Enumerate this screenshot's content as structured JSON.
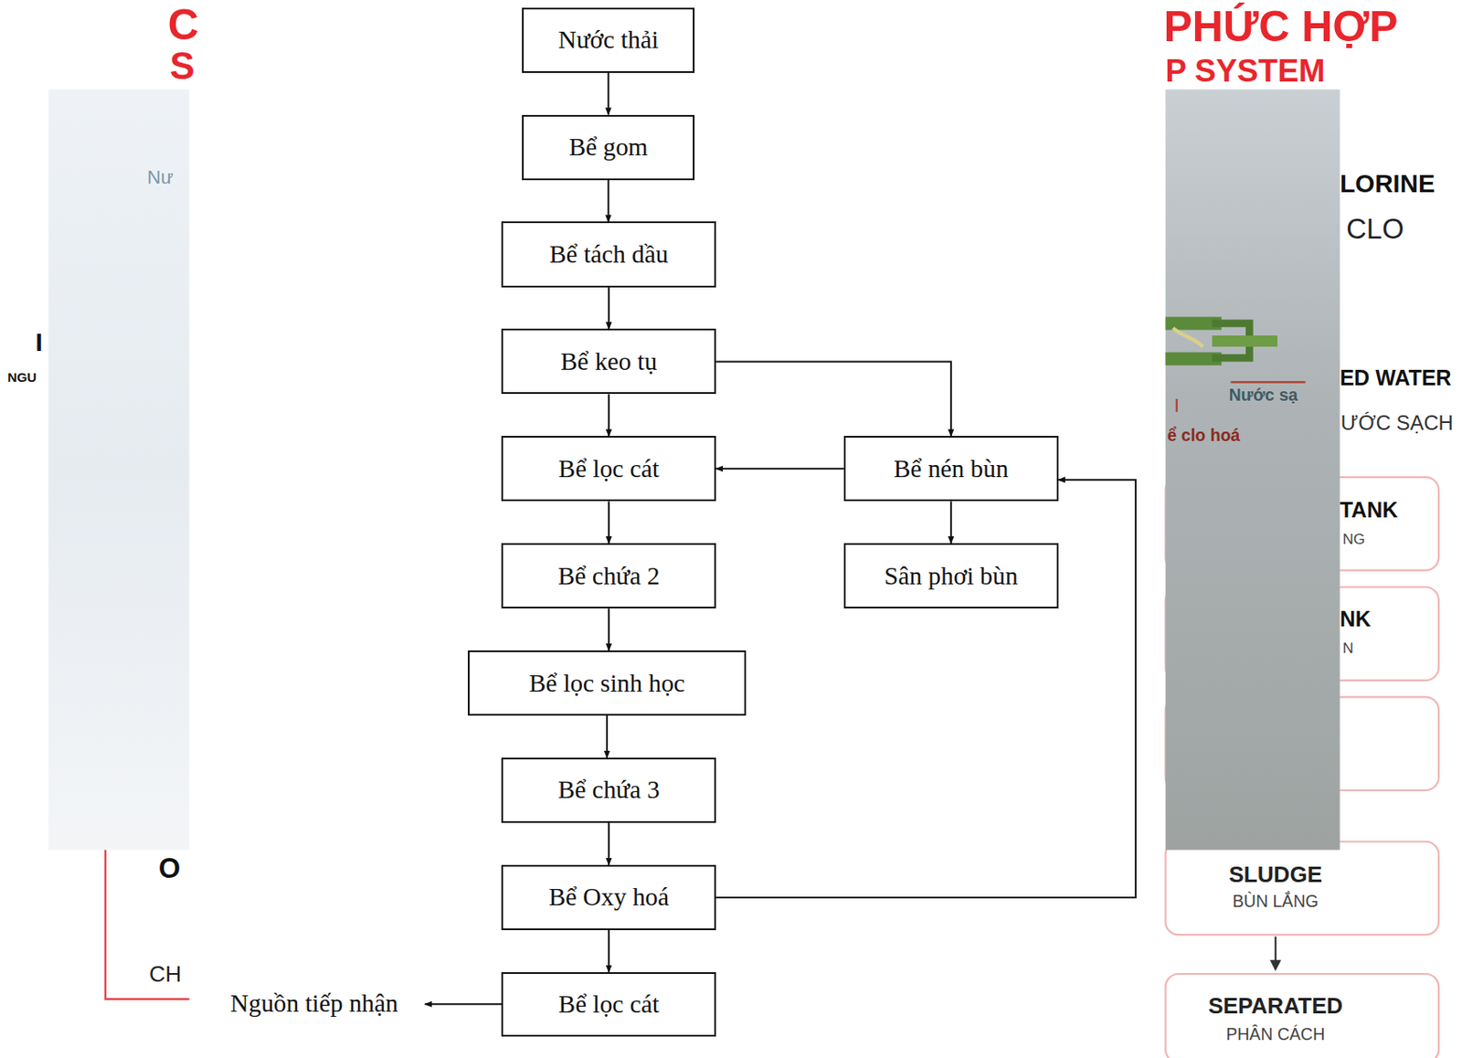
{
  "diagram": {
    "nodes": [
      {
        "text": [
          "Nước thải"
        ]
      },
      {
        "text": [
          "Bể gom"
        ]
      },
      {
        "text": [
          "Bể tách dầu"
        ]
      },
      {
        "text": [
          "Bể keo tụ"
        ]
      },
      {
        "text": [
          "Bể lọc cát"
        ]
      },
      {
        "text": [
          "Bể chứa 2"
        ]
      },
      {
        "text": [
          "Bể lọc sinh học"
        ]
      },
      {
        "text": [
          "Bể chứa 3"
        ]
      },
      {
        "text": [
          "Bể Oxy hoá"
        ]
      },
      {
        "text": [
          "Bể lọc cát"
        ]
      },
      {
        "text": [
          "Bể nén bùn"
        ]
      },
      {
        "text": [
          "Sân phơi bùn"
        ]
      },
      {
        "text": [
          "Nguồn tiếp nhận"
        ]
      }
    ],
    "edges": [
      {
        "from": 0,
        "to": 1,
        "arrow": "to"
      },
      {
        "from": 1,
        "to": 2,
        "arrow": "to"
      },
      {
        "from": 2,
        "to": 3,
        "arrow": "to"
      },
      {
        "from": 3,
        "to": 4,
        "arrow": "to"
      },
      {
        "from": 4,
        "to": 5,
        "arrow": "to"
      },
      {
        "from": 5,
        "to": 6,
        "arrow": "to"
      },
      {
        "from": 6,
        "to": 7,
        "arrow": "to"
      },
      {
        "from": 7,
        "to": 8,
        "arrow": "to"
      },
      {
        "from": 8,
        "to": 9,
        "arrow": "to"
      },
      {
        "from": 3,
        "to": 10,
        "arrow": "to"
      },
      {
        "from": 10,
        "to": 4,
        "arrow": "to"
      },
      {
        "from": 10,
        "to": 11,
        "arrow": "to"
      },
      {
        "from": 8,
        "to": 10,
        "arrow": "to"
      },
      {
        "from": 9,
        "to": 12,
        "arrow": "to"
      }
    ],
    "labels": [
      "C",
      "S",
      "Nư",
      "I",
      "NGU",
      "O",
      "CH",
      "PHỨC HỢP",
      "P SYSTEM",
      "LORINE",
      "CLO",
      "ED WATER",
      "ƯỚC SẠCH",
      "TANK",
      "NG",
      "NK",
      "N",
      "SLUDGE",
      "BÙN LẮNG",
      "SEPARATED",
      "PHÂN CÁCH",
      "Nước sạ",
      "ể clo hoá"
    ]
  }
}
